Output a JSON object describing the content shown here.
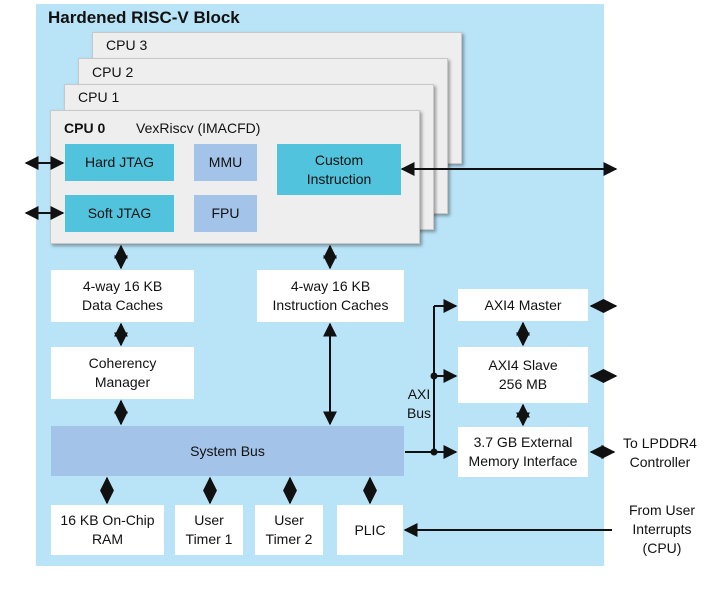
{
  "block": {
    "title": "Hardened RISC-V Block"
  },
  "cpus": {
    "cpu3": "CPU 3",
    "cpu2": "CPU 2",
    "cpu1": "CPU 1",
    "cpu0": "CPU 0",
    "cpu0_core": "VexRiscv (IMACFD)"
  },
  "units": {
    "hard_jtag": "Hard JTAG",
    "soft_jtag": "Soft JTAG",
    "mmu": "MMU",
    "fpu": "FPU",
    "custom_instruction_line1": "Custom",
    "custom_instruction_line2": "Instruction"
  },
  "memory": {
    "data_caches_line1": "4-way 16 KB",
    "data_caches_line2": "Data Caches",
    "instr_caches_line1": "4-way 16 KB",
    "instr_caches_line2": "Instruction Caches",
    "coherency_line1": "Coherency",
    "coherency_line2": "Manager",
    "system_bus": "System Bus",
    "onchip_ram_line1": "16 KB On-Chip",
    "onchip_ram_line2": "RAM",
    "user_timer1_line1": "User",
    "user_timer1_line2": "Timer 1",
    "user_timer2_line1": "User",
    "user_timer2_line2": "Timer 2",
    "plic": "PLIC"
  },
  "axi": {
    "master": "AXI4 Master",
    "slave_line1": "AXI4 Slave",
    "slave_line2": "256 MB",
    "ext_mem_line1": "3.7 GB External",
    "ext_mem_line2": "Memory Interface",
    "bus_label_line1": "AXI",
    "bus_label_line2": "Bus"
  },
  "external": {
    "lpddr4_line1": "To LPDDR4",
    "lpddr4_line2": "Controller",
    "interrupts_line1": "From User",
    "interrupts_line2": "Interrupts",
    "interrupts_line3": "(CPU)"
  },
  "colors": {
    "outer_bg": "#b9e3f6",
    "cpu_card": "#eeeeee",
    "teal_unit": "#52c3dc",
    "blue_unit": "#a3c4e8",
    "system_bus": "#a3c4e8",
    "box_white": "#ffffff"
  }
}
